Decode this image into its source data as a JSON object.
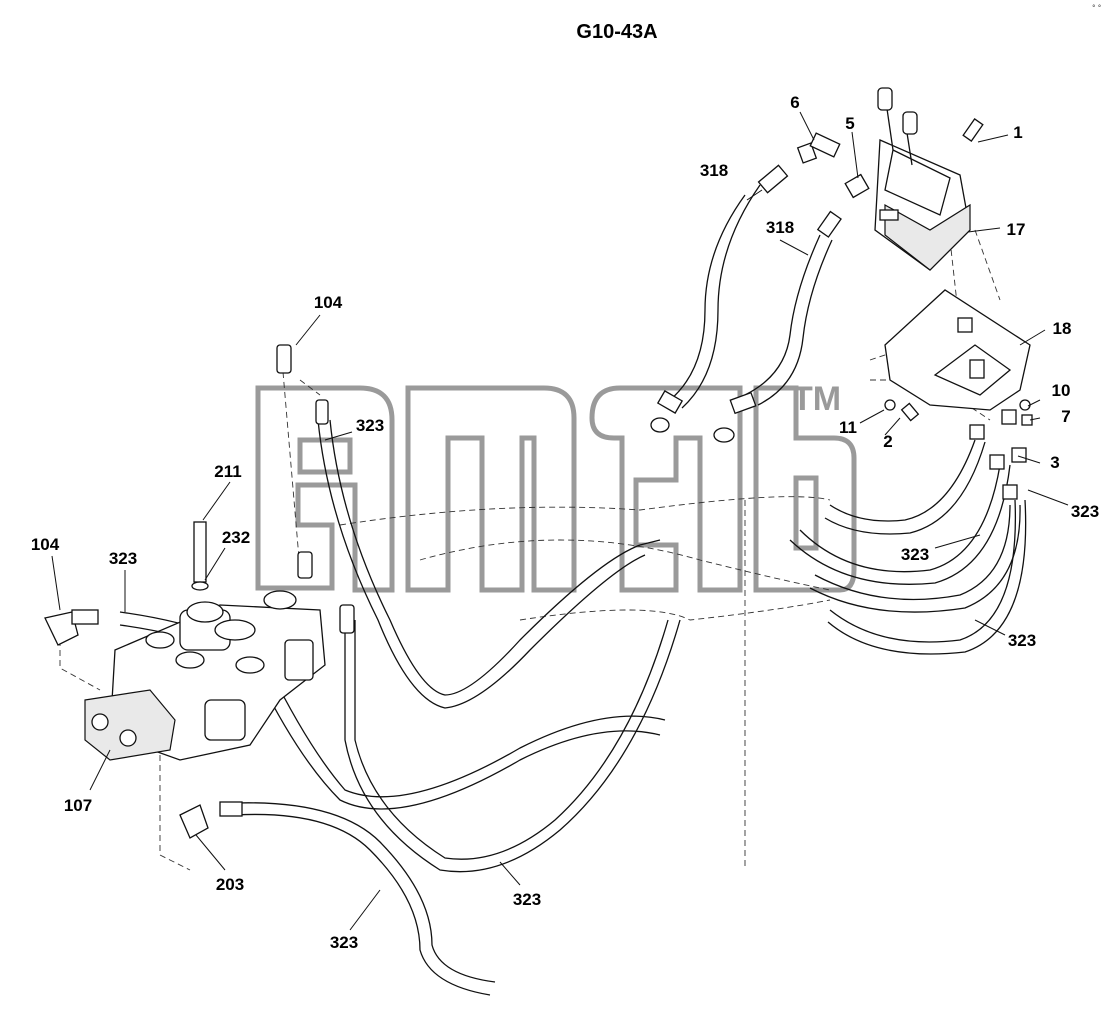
{
  "title": "G10-43A",
  "corner_mark": "° °",
  "watermark": {
    "trademark": "TM"
  },
  "callouts": {
    "c1": "1",
    "c2": "2",
    "c3": "3",
    "c5": "5",
    "c6": "6",
    "c7": "7",
    "c10": "10",
    "c11": "11",
    "c17": "17",
    "c18": "18",
    "c104_upper": "104",
    "c104_left": "104",
    "c107": "107",
    "c203": "203",
    "c211": "211",
    "c232": "232",
    "c318_upper": "318",
    "c318_lower": "318",
    "c323_a": "323",
    "c323_b": "323",
    "c323_c": "323",
    "c323_d": "323",
    "c323_e": "323",
    "c323_f": "323",
    "c323_g": "323"
  }
}
